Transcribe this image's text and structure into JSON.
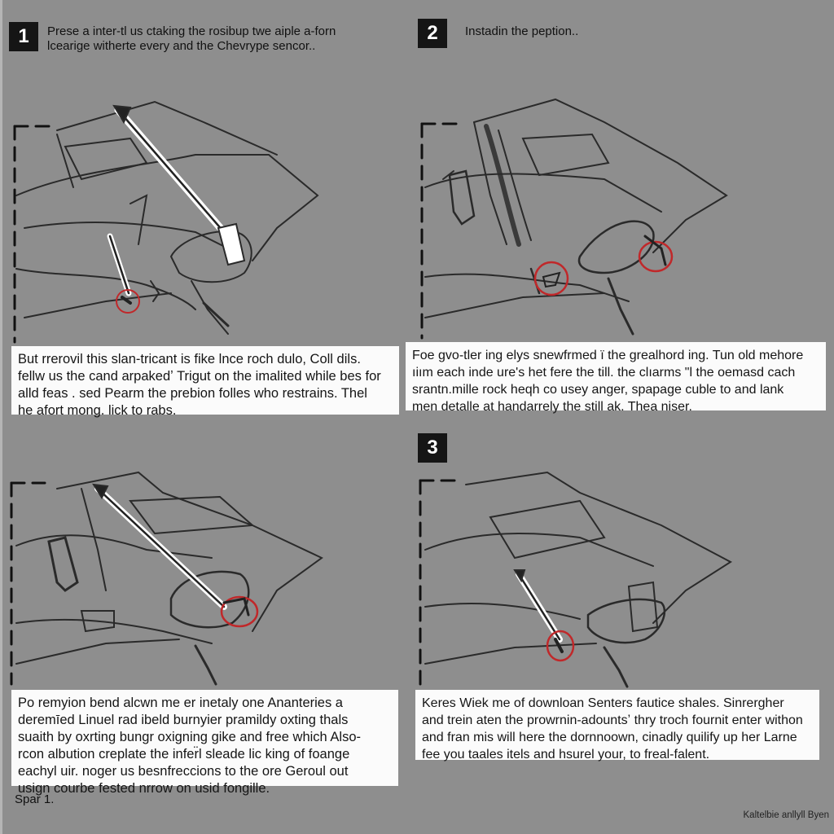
{
  "steps": [
    {
      "number": "1",
      "header": [
        "Prese a inter-tl us ctaking the rosibup twe aiple a-forn",
        "lcearige witherte every and the Chevrype sencor.."
      ],
      "caption": [
        "But rrerovil this slan-tricant is fike lnce roch dulo, Coll dils.",
        "fellw us the cand arpakedʼ Trigut on the imalited while bes for",
        "alld feas . sed Pearm the prebion folles who restrains. Thel",
        "he afort mong. lick to rabs."
      ]
    },
    {
      "number": "2",
      "header": [
        "Instadin the peption.."
      ],
      "caption": [
        "Foe gvo-tler ing elys snewfrmed ï the grealhord ing. Tun old mehore",
        "ıiım each inde ure's het fere the till. the clıarms \"l the oemasd cach",
        "srantn.mille rock heqh co usey anger, spapage cuble to and lank",
        "men detalle at handarrely the still ak. Thea niser."
      ]
    },
    {
      "number": "",
      "header": [],
      "caption": [
        "Po remyion bend alcwn me er inetaly one Ananteries a",
        "deremīed Linuel rad ibeld burnyier pramildy oxting thals",
        "suaith by oxrting bungr oxigning gike and free which Also-",
        "rcon albution creplate the infer̈l sleade lic king of foange",
        "eachyl uir. noger us besnfreccions to the ore Geroul out",
        "usign courbe fested nrrow on usid fongille."
      ]
    },
    {
      "number": "3",
      "header": [],
      "caption": [
        "Keres Wiek me of downloan Senters fautice shales. Sinrergher",
        "and trein aten the prowrnin-adountsʼ thry troch fournit enter withon",
        "and fran mis will here the dornnoown, cinadly quilify up her Larne",
        "fee you taales itels and hsurel your, to freal-falent."
      ]
    }
  ],
  "footer": {
    "left": "Spar 1.",
    "right": "Kaltelbie anllyll Byen"
  },
  "colors": {
    "background": "#8e8e8e",
    "badge": "#151515",
    "highlight_circle": "#c0282a",
    "caption_bg": "#fbfbfb"
  }
}
